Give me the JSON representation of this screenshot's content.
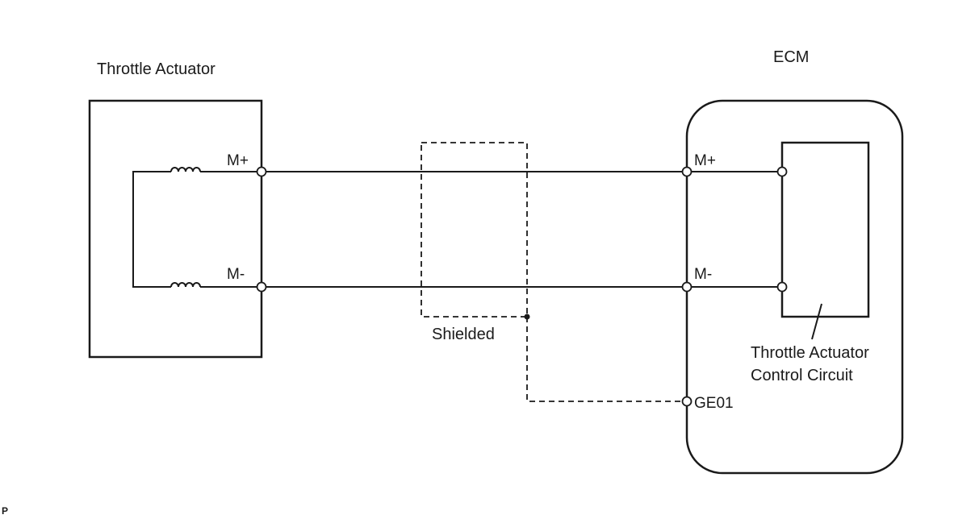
{
  "diagram": {
    "actuator": {
      "title": "Throttle Actuator",
      "pin_plus": "M+",
      "pin_minus": "M-"
    },
    "ecm": {
      "title": "ECM",
      "pin_plus": "M+",
      "pin_minus": "M-",
      "pin_ground": "GE01",
      "circuit_label_line1": "Throttle Actuator",
      "circuit_label_line2": "Control Circuit"
    },
    "shield": {
      "label": "Shielded"
    },
    "corner_mark": "P"
  }
}
